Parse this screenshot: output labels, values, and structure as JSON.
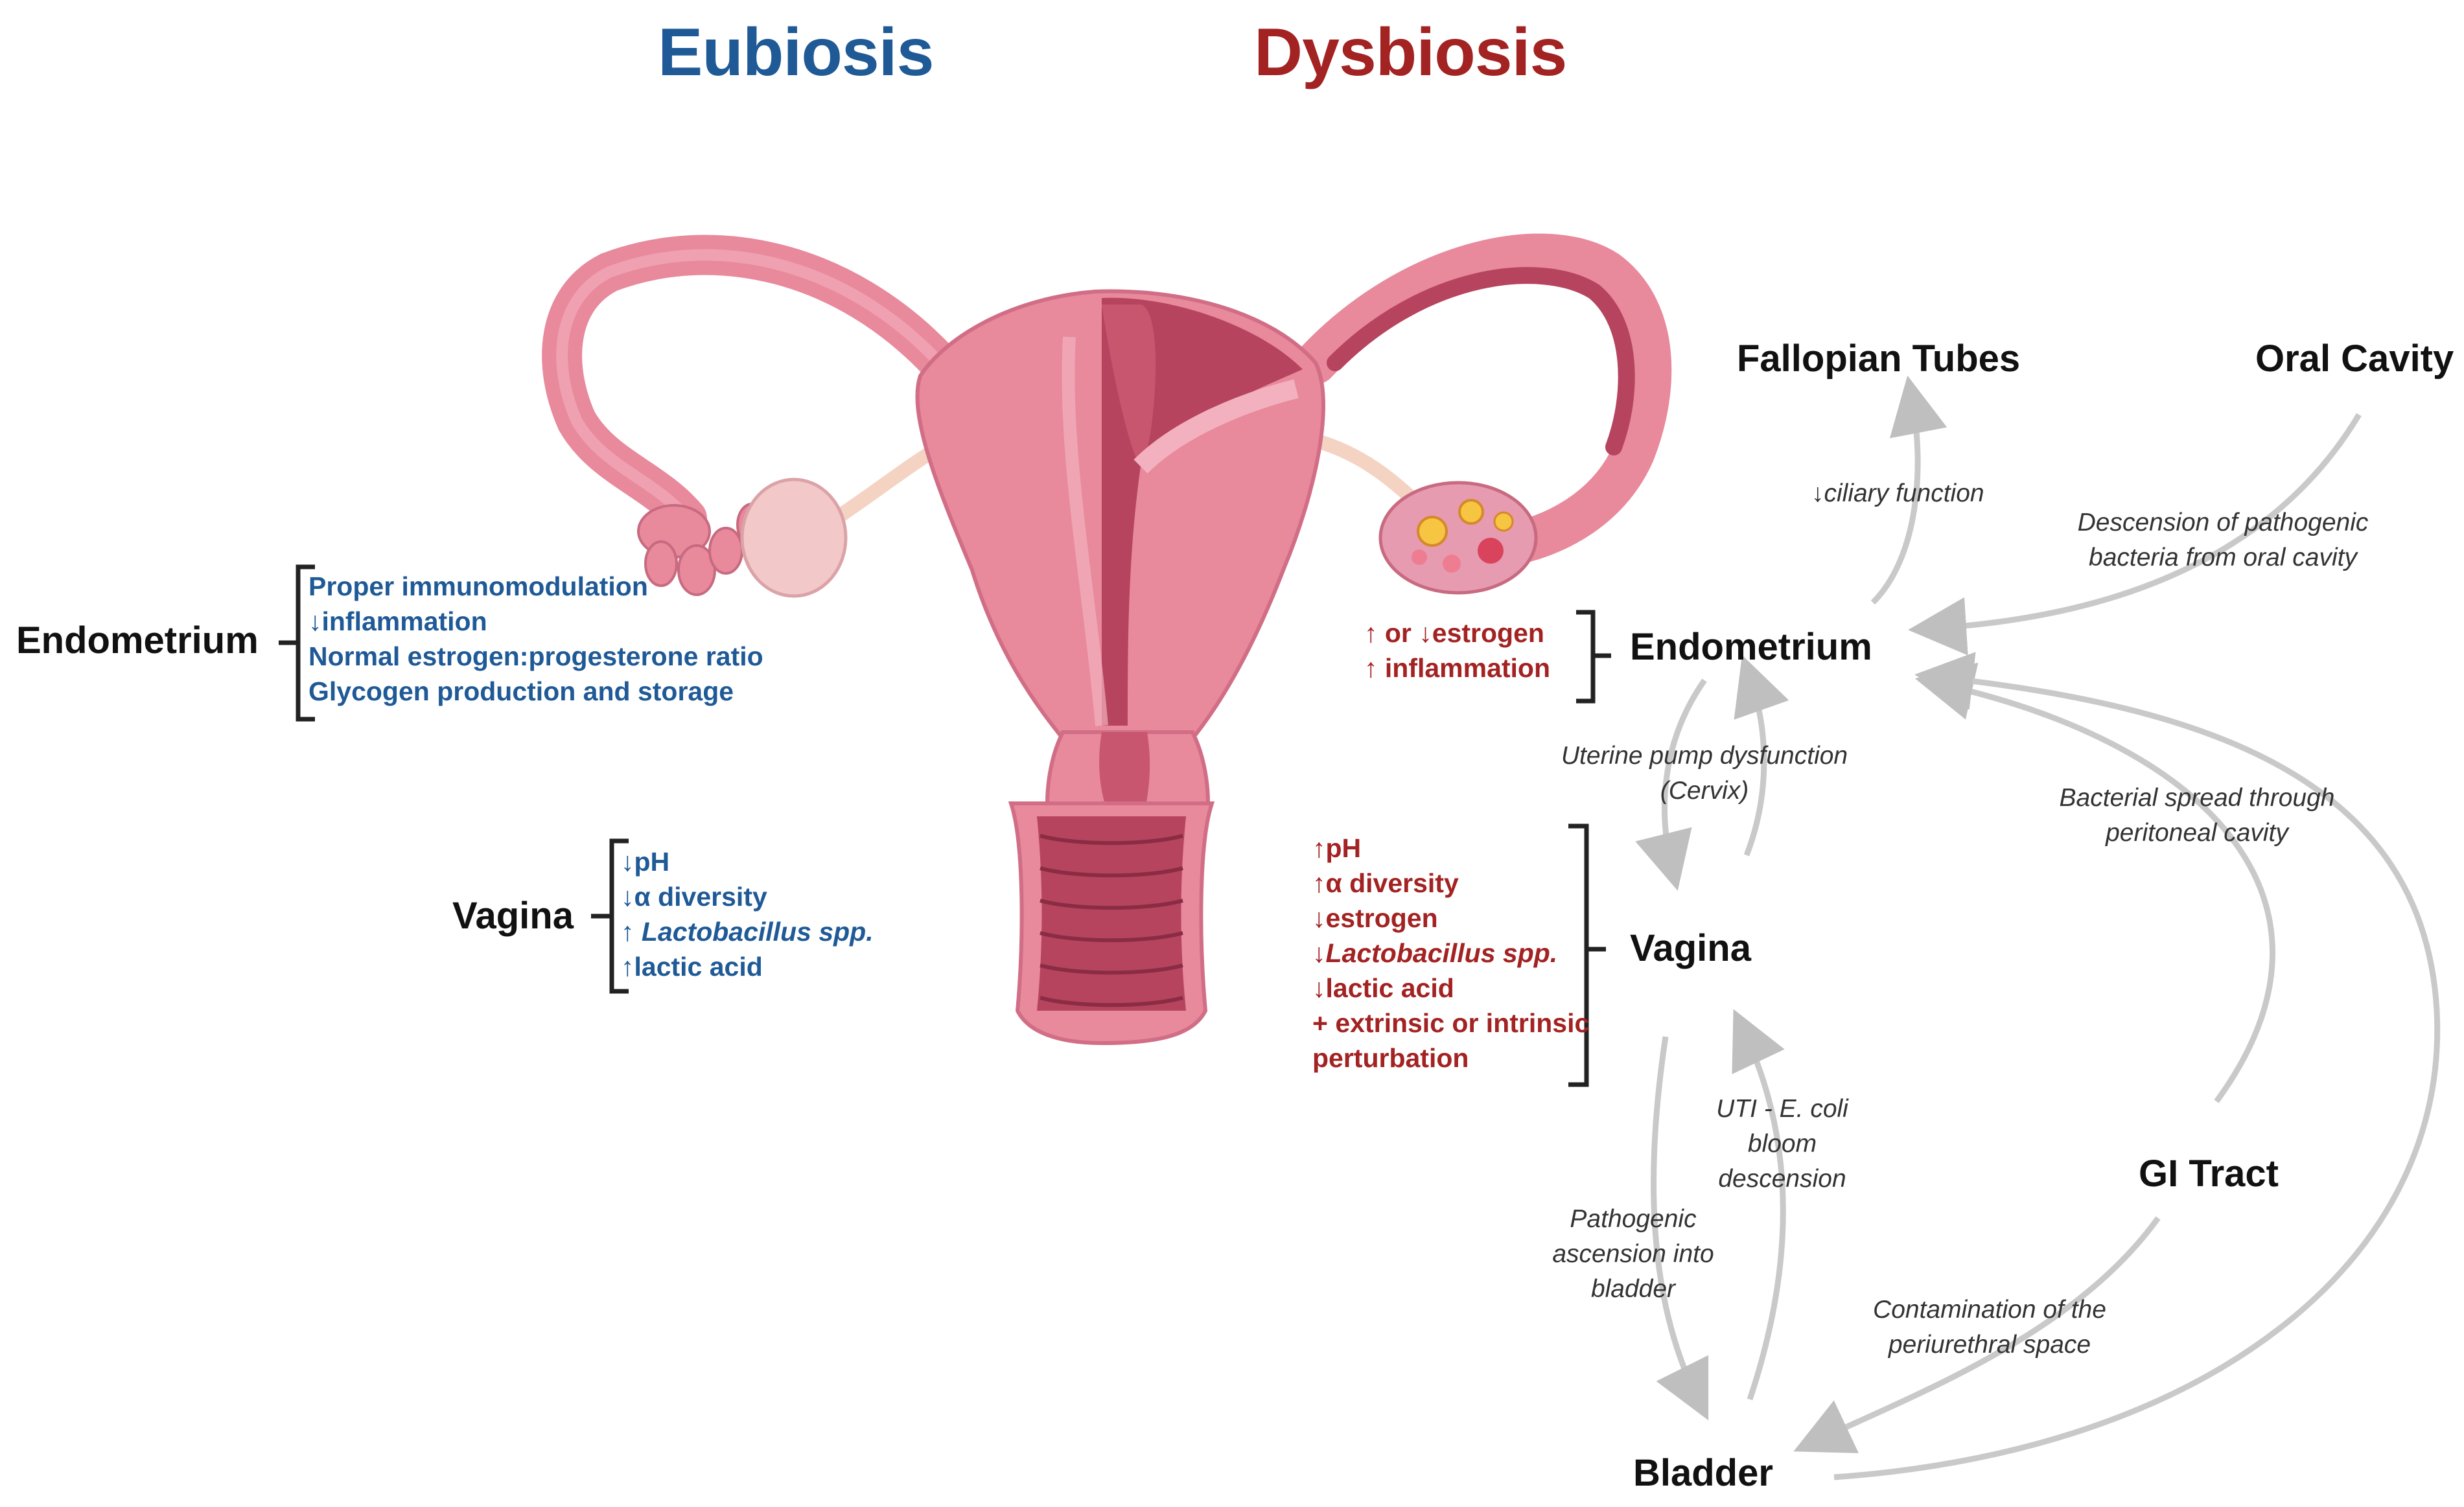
{
  "titles": {
    "eubiosis": "Eubiosis",
    "dysbiosis": "Dysbiosis"
  },
  "eubiosis": {
    "endometrium": {
      "label": "Endometrium",
      "items": [
        "Proper immunomodulation",
        "↓inflammation",
        "Normal estrogen:progesterone ratio",
        "Glycogen production and storage"
      ]
    },
    "vagina": {
      "label": "Vagina",
      "items": [
        {
          "arrow": "↓",
          "text": "pH"
        },
        {
          "arrow": "↓",
          "text": "α diversity"
        },
        {
          "arrow": "↑",
          "text": "Lactobacillus spp."
        },
        {
          "arrow": "↑",
          "text": "lactic acid"
        }
      ]
    }
  },
  "dysbiosis": {
    "endometrium": {
      "label": "Endometrium",
      "items": [
        "↑ or ↓estrogen",
        "↑ inflammation"
      ]
    },
    "vagina": {
      "label": "Vagina",
      "items": [
        {
          "arrow": "↑",
          "text": "pH"
        },
        {
          "arrow": "↑",
          "text": "α diversity"
        },
        {
          "arrow": "↓",
          "text": "estrogen"
        },
        {
          "arrow": "↓",
          "text": "Lactobacillus spp."
        },
        {
          "arrow": "↓",
          "text": "lactic acid"
        },
        {
          "arrow": "+",
          "text": "extrinsic or intrinsic"
        },
        {
          "arrow": "",
          "text": "perturbation"
        }
      ]
    }
  },
  "nodes": {
    "fallopian": "Fallopian Tubes",
    "oral": "Oral Cavity",
    "gi": "GI Tract",
    "bladder": "Bladder"
  },
  "pathways": {
    "ciliary": "↓ciliary function",
    "oral_line1": "Descension of pathogenic",
    "oral_line2": "bacteria from oral cavity",
    "uterine_line1": "Uterine pump dysfunction",
    "uterine_line2": "(Cervix)",
    "peritoneal_line1": "Bacterial spread through",
    "peritoneal_line2": "peritoneal cavity",
    "uti_line1": "UTI - E. coli",
    "uti_line2": "bloom",
    "uti_line3": "descension",
    "ascension_line1": "Pathogenic",
    "ascension_line2": "ascension into",
    "ascension_line3": "bladder",
    "contam_line1": "Contamination of the",
    "contam_line2": "periurethral space"
  },
  "colors": {
    "eubiosis": "#1f5a97",
    "dysbiosis": "#a32222",
    "arrows": "#c4c4c4",
    "uterus": "#e8899c"
  }
}
